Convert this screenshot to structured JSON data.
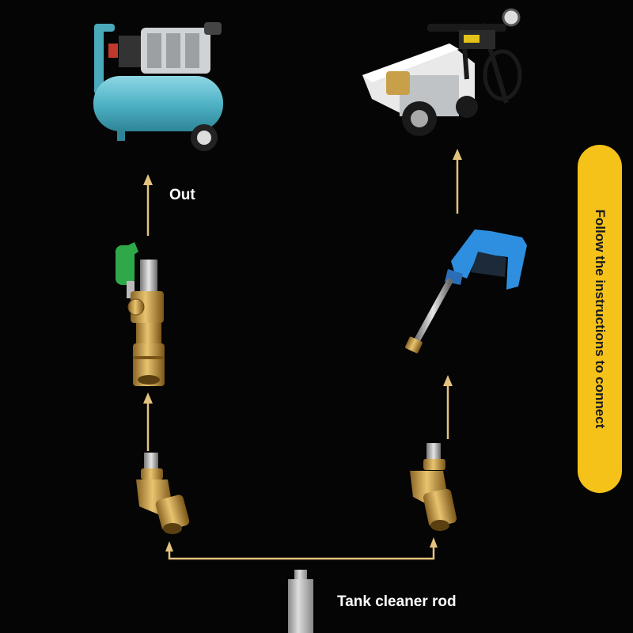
{
  "labels": {
    "out": "Out",
    "rod": "Tank cleaner rod",
    "instructions": "Follow the instructions to connect"
  },
  "colors": {
    "background": "#050505",
    "arrow": "#e2c27e",
    "pill": "#f5c21a",
    "brass": "#c9a04a",
    "compressor_tank": "#5bb8c9",
    "washer_gun": "#2e8fe0",
    "valve_handle": "#2fa84a"
  },
  "icons": {
    "compressor": "air-compressor-icon",
    "pressure_washer": "pressure-washer-icon",
    "spray_gun": "spray-gun-icon",
    "ball_valve": "ball-valve-coupler-icon",
    "swivel_left": "swivel-connector-icon",
    "swivel_right": "swivel-connector-icon",
    "rod": "tank-cleaner-rod-icon"
  }
}
